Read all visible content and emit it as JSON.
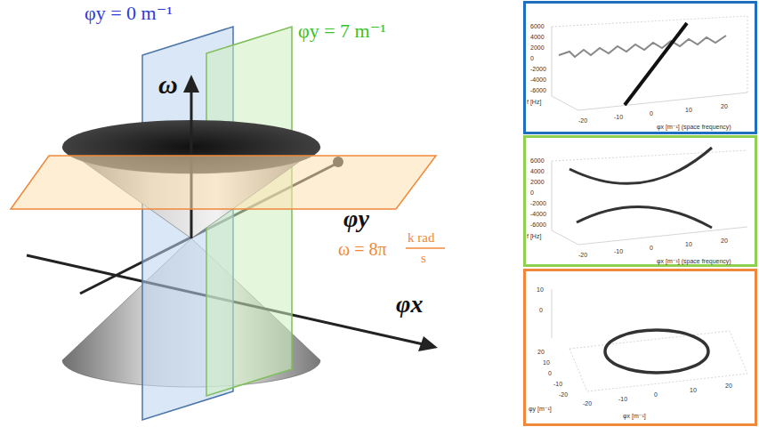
{
  "diagram": {
    "labels": [
      "φy = 0 m⁻¹",
      "φy = 7 m⁻¹",
      "ω",
      "φy",
      "ω = 8π",
      "k rad",
      "s",
      "φx",
      "6000",
      "4000",
      "2000",
      "0",
      "-2000",
      "-4000",
      "-6000",
      "f [Hz]",
      "-20",
      "-10",
      "0",
      "10",
      "20",
      "φx [m⁻¹] (space frequency)",
      "6000",
      "4000",
      "2000",
      "0",
      "-2000",
      "-4000",
      "-6000",
      "f [Hz]",
      "-20",
      "-10",
      "0",
      "10",
      "20",
      "φx [m⁻¹] (space frequency)",
      "10",
      "0",
      "20",
      "10",
      "0",
      "-10",
      "-20",
      "φy [m⁻¹]",
      "-20",
      "-10",
      "0",
      "10",
      "20",
      "φx [m⁻¹]"
    ]
  }
}
